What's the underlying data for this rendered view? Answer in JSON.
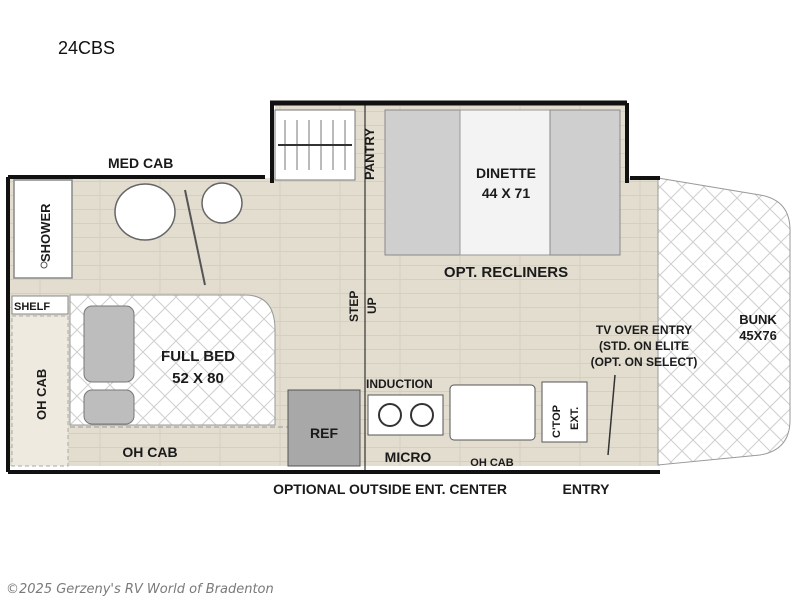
{
  "header": {
    "model": "24CBS"
  },
  "labels": {
    "med_cab": "MED CAB",
    "pantry": "PANTRY",
    "dinette": "DINETTE",
    "dinette_size": "44 X 71",
    "shower": "SHOWER",
    "opt_recliners": "OPT. RECLINERS",
    "step": "STEP",
    "up": "UP",
    "bunk": "BUNK",
    "bunk_size": "45X76",
    "shelf": "SHELF",
    "full_bed": "FULL BED",
    "full_bed_size": "52 X 80",
    "oh_cab_side": "OH CAB",
    "tv_line1": "TV OVER ENTRY",
    "tv_line2": "(STD. ON ELITE",
    "tv_line3": "(OPT. ON SELECT)",
    "induction": "INDUCTION",
    "ref": "REF",
    "micro": "MICRO",
    "oh_cab_kitchen": "OH CAB",
    "ctop": "C'TOP",
    "ext": "EXT.",
    "oh_cab_bottom": "OH CAB",
    "optional_outside": "OPTIONAL OUTSIDE ENT. CENTER",
    "entry": "ENTRY"
  },
  "footer": {
    "watermark": "©2025 Gerzeny's RV World of Bradenton"
  },
  "colors": {
    "floor": "#e3ddd0",
    "wall": "#111111",
    "bed": "#ffffff",
    "cushion": "#d8d8d8"
  }
}
